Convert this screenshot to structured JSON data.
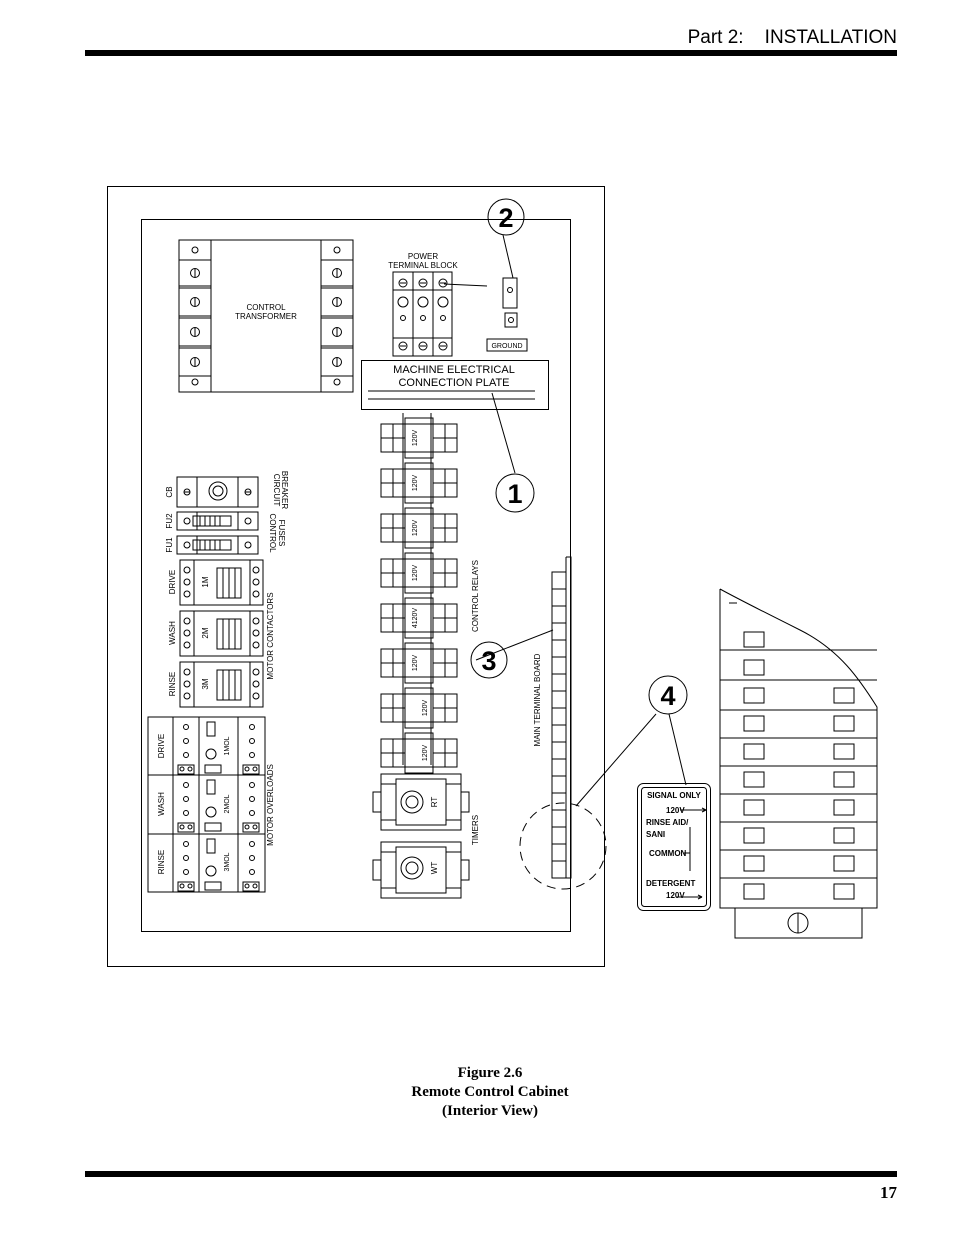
{
  "header": {
    "section": "Part 2:    INSTALLATION"
  },
  "page_number": "17",
  "caption": {
    "line1": "Figure 2.6",
    "line2": "Remote Control Cabinet",
    "line3": "(Interior View)"
  },
  "callouts": {
    "c1": "1",
    "c2": "2",
    "c3": "3",
    "c4": "4"
  },
  "labels": {
    "control_transformer_1": "CONTROL",
    "control_transformer_2": "TRANSFORMER",
    "power_terminal_1": "POWER",
    "power_terminal_2": "TERMINAL BLOCK",
    "ground": "GROUND",
    "connection_plate_1": "MACHINE ELECTRICAL",
    "connection_plate_2": "CONNECTION PLATE",
    "cb": "CB",
    "fu2": "FU2",
    "fu1": "FU1",
    "circuit_breaker_1": "CIRCUIT",
    "circuit_breaker_2": "BREAKER",
    "control_fuses_1": "CONTROL",
    "control_fuses_2": "FUSES",
    "drive": "DRIVE",
    "wash": "WASH",
    "rinse": "RINSE",
    "m1": "1M",
    "m2": "2M",
    "m3": "3M",
    "motor_contactors": "MOTOR  CONTACTORS",
    "mol1": "1MOL",
    "mol2": "2MOL",
    "mol3": "3MOL",
    "motor_overloads": "MOTOR  OVERLOADS",
    "relay_voltage": "120V",
    "relay_voltage_alt": "4120V",
    "control_relays": "CONTROL RELAYS",
    "rt": "RT",
    "wt": "WT",
    "timers": "TIMERS",
    "main_terminal_board": "MAIN  TERMINAL  BOARD",
    "signal_only": "SIGNAL ONLY",
    "sig_120v_a": "120V",
    "rinse_aid": "RINSE AID/",
    "sani": "SANI",
    "common": "COMMON",
    "detergent": "DETERGENT",
    "sig_120v_b": "120V"
  }
}
